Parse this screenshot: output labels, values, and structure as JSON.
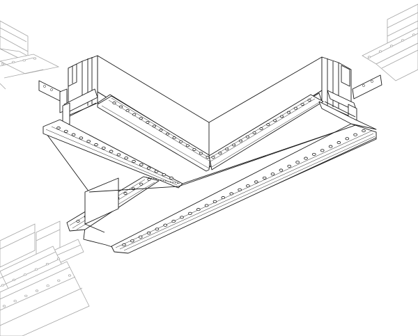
{
  "drawing": {
    "subject": "",
    "colors": {
      "background": "#ffffff",
      "line": "#1a1a1a",
      "faint_line": "#9a9a9a",
      "dots": "#2a2a2a",
      "fill": "#ffffff"
    }
  },
  "components": {
    "t_connector_profile": {
      "present": true
    },
    "plaster_flange_strips": {
      "count": 4
    },
    "end_brackets": {
      "count": 2
    },
    "ghost_profiles": {
      "count": 3,
      "positions": [
        "top-left",
        "top-right",
        "bottom-left"
      ]
    }
  }
}
